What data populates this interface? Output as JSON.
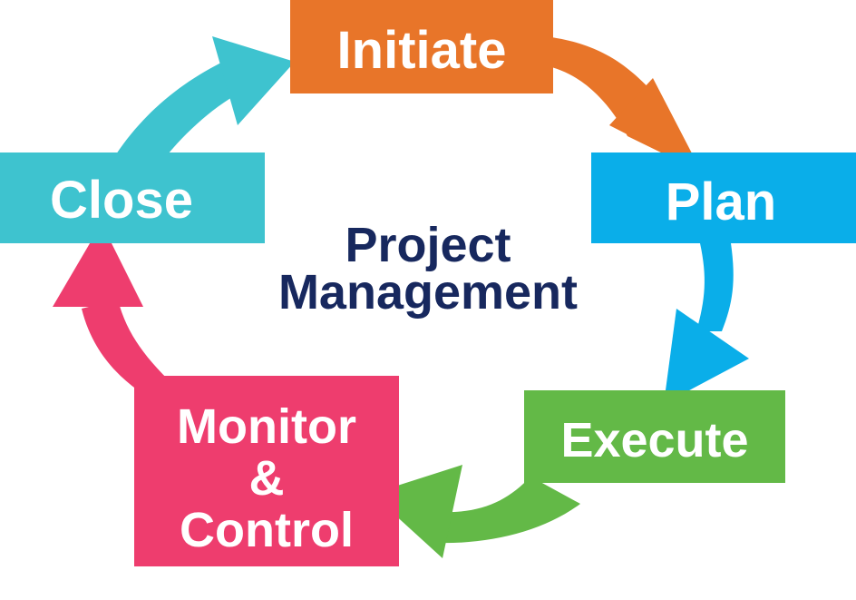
{
  "center": {
    "line1": "Project",
    "line2": "Management"
  },
  "stages": [
    {
      "label": "Initiate",
      "color": "#e87529"
    },
    {
      "label": "Plan",
      "color": "#0aaee9"
    },
    {
      "label": "Execute",
      "color": "#63b947"
    },
    {
      "label_lines": [
        "Monitor",
        "&",
        "Control"
      ],
      "color": "#ee3d6e"
    },
    {
      "label": "Close",
      "color": "#3ec3cf"
    }
  ]
}
